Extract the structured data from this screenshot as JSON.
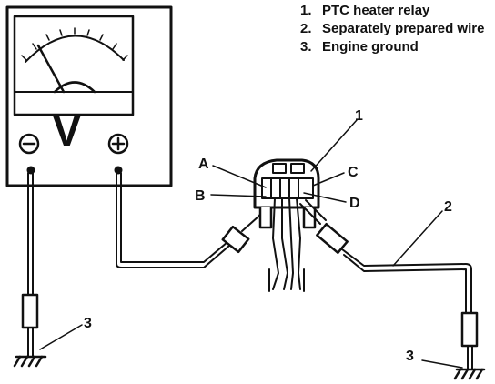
{
  "legend": [
    {
      "number": "1.",
      "text": "PTC heater relay"
    },
    {
      "number": "2.",
      "text": "Separately prepared wire"
    },
    {
      "number": "3.",
      "text": "Engine ground"
    }
  ],
  "meter": {
    "unit": "V",
    "negative_terminal": "−",
    "positive_terminal": "+"
  },
  "callouts": {
    "relay_number": "1",
    "wire_number": "2",
    "ground_left_number": "3",
    "ground_right_number": "3"
  },
  "terminals": {
    "a": "A",
    "b": "B",
    "c": "C",
    "d": "D"
  },
  "colors": {
    "ink": "#111111",
    "background": "#ffffff"
  }
}
